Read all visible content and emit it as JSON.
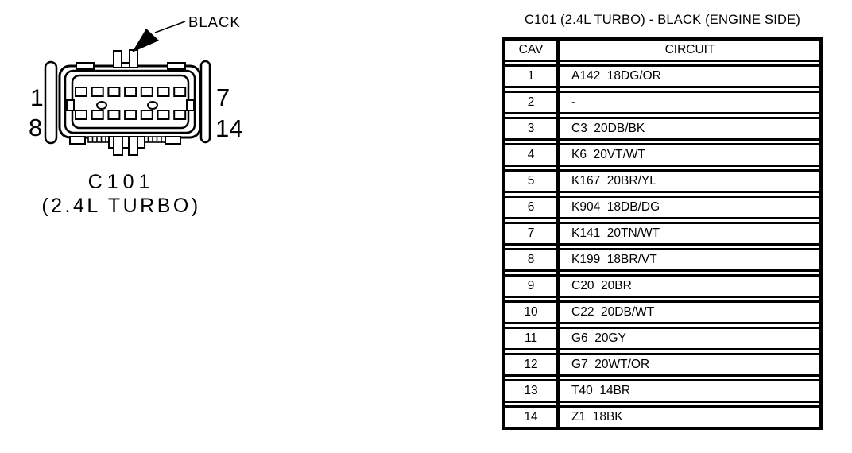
{
  "diagram": {
    "callout_label": "BLACK",
    "pin_top_left": "1",
    "pin_bottom_left": "8",
    "pin_top_right": "7",
    "pin_bottom_right": "14",
    "caption_line1": "C101",
    "caption_line2": "(2.4L TURBO)"
  },
  "table": {
    "title": "C101 (2.4L TURBO) - BLACK (ENGINE SIDE)",
    "columns": [
      "CAV",
      "CIRCUIT"
    ],
    "rows": [
      {
        "cav": "1",
        "circuit": "A142  18DG/OR"
      },
      {
        "cav": "2",
        "circuit": "-"
      },
      {
        "cav": "3",
        "circuit": "C3  20DB/BK"
      },
      {
        "cav": "4",
        "circuit": "K6  20VT/WT"
      },
      {
        "cav": "5",
        "circuit": "K167  20BR/YL"
      },
      {
        "cav": "6",
        "circuit": "K904  18DB/DG"
      },
      {
        "cav": "7",
        "circuit": "K141  20TN/WT"
      },
      {
        "cav": "8",
        "circuit": "K199  18BR/VT"
      },
      {
        "cav": "9",
        "circuit": "C20  20BR"
      },
      {
        "cav": "10",
        "circuit": "C22  20DB/WT"
      },
      {
        "cav": "11",
        "circuit": "G6  20GY"
      },
      {
        "cav": "12",
        "circuit": "G7  20WT/OR"
      },
      {
        "cav": "13",
        "circuit": "T40  14BR"
      },
      {
        "cav": "14",
        "circuit": "Z1  18BK"
      }
    ]
  },
  "colors": {
    "ink": "#000000",
    "background": "#ffffff"
  }
}
